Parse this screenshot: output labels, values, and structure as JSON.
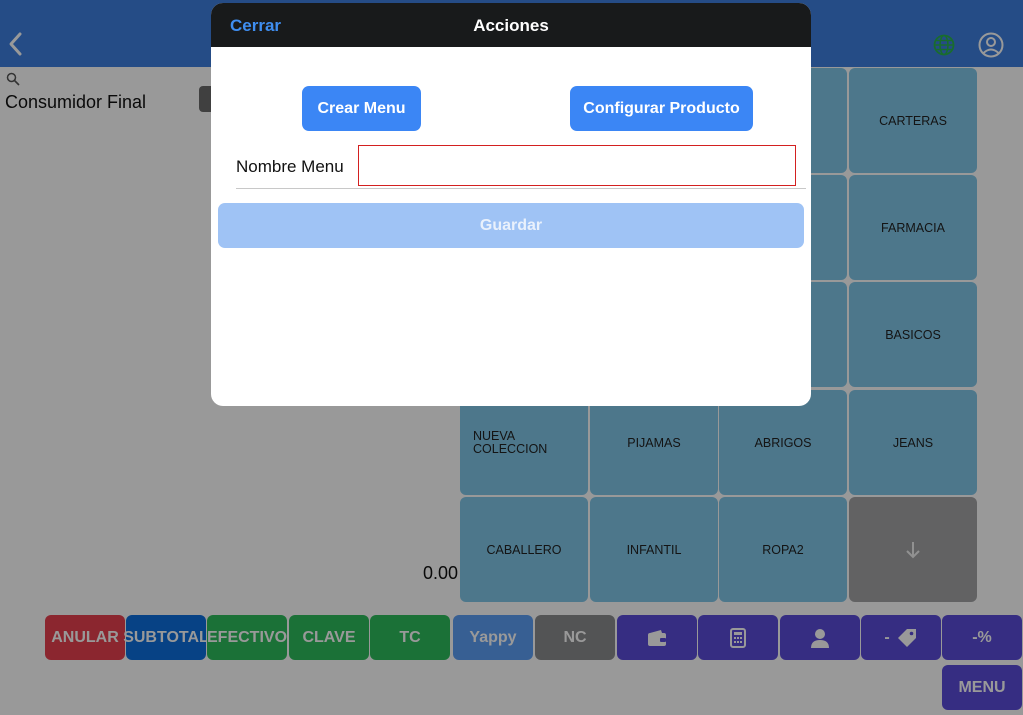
{
  "header": {
    "back_icon": "chevron-left-icon",
    "globe_icon": "globe-icon",
    "account_icon": "user-circle-icon"
  },
  "customer": {
    "name": "Consumidor Final"
  },
  "totals": {
    "amount": "0.00"
  },
  "categories": [
    "CARTERAS",
    "FARMACIA",
    "BASICOS",
    "NUEVA COLECCION",
    "PIJAMAS",
    "ABRIGOS",
    "JEANS",
    "CABALLERO",
    "INFANTIL",
    "ROPA2"
  ],
  "actions": {
    "anular": "ANULAR",
    "subtotal": "SUBTOTAL",
    "efectivo": "EFECTIVO",
    "clave": "CLAVE",
    "tc": "TC",
    "yappy": "Yappy",
    "nc": "NC",
    "discount": "-",
    "percent": "-%",
    "menu": "MENU"
  },
  "modal": {
    "close": "Cerrar",
    "title": "Acciones",
    "create_menu": "Crear Menu",
    "configure_product": "Configurar Producto",
    "name_label": "Nombre Menu",
    "name_value": "",
    "save": "Guardar"
  },
  "colors": {
    "header": "#3f7fe0",
    "tile": "#81c6e8",
    "primary": "#3b86f5",
    "danger": "#e8404f"
  }
}
